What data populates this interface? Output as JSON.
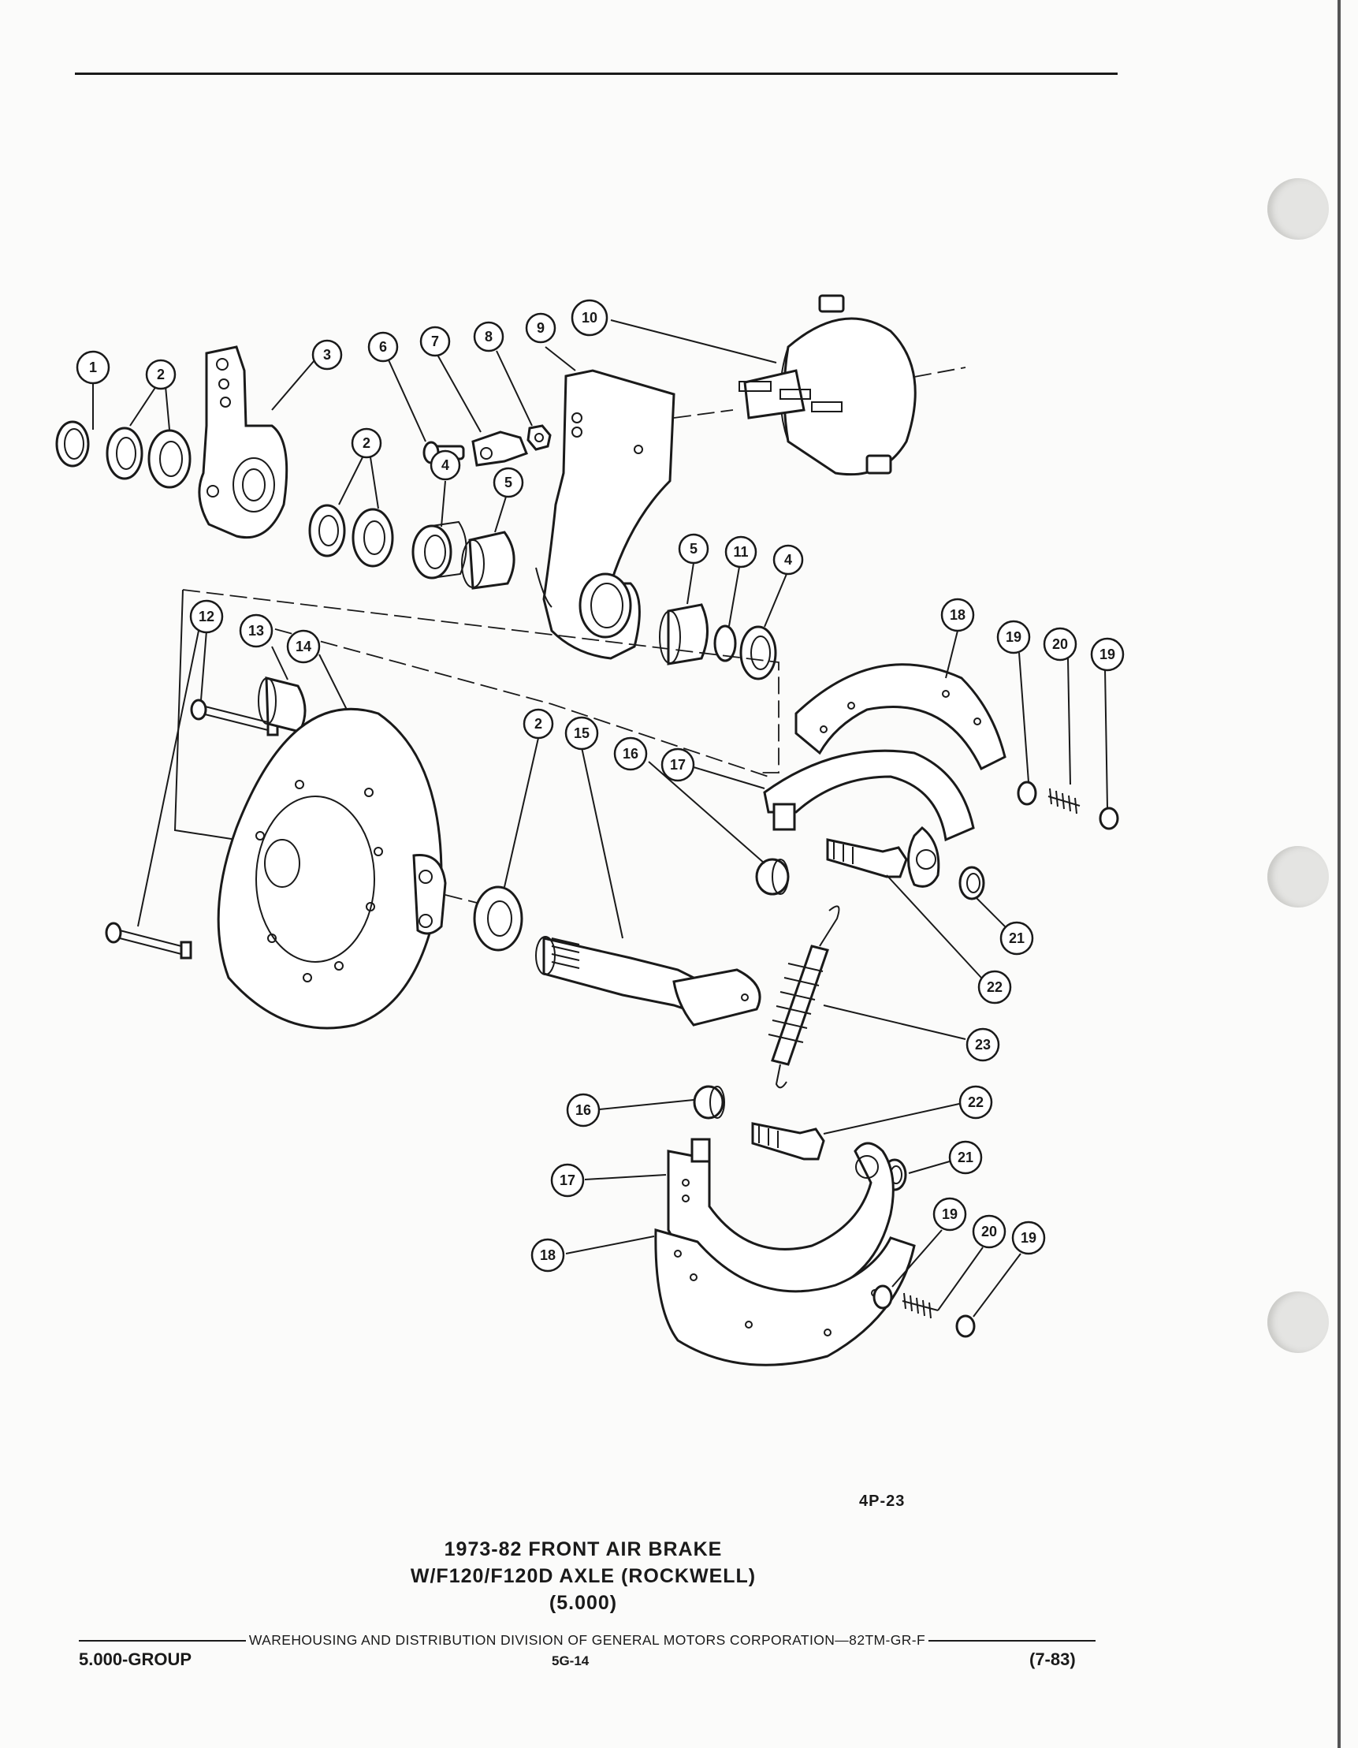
{
  "figure_code": "4P-23",
  "title_lines": [
    "1973-82 FRONT AIR BRAKE",
    "W/F120/F120D AXLE (ROCKWELL)",
    "(5.000)"
  ],
  "footer": {
    "division_text": "WAREHOUSING AND DISTRIBUTION  DIVISION OF GENERAL MOTORS CORPORATION—82TM-GR-F",
    "group": "5.000-GROUP",
    "page": "5G-14",
    "date": "(7-83)"
  },
  "callouts": [
    {
      "label": "1"
    },
    {
      "label": "2"
    },
    {
      "label": "3"
    },
    {
      "label": "6"
    },
    {
      "label": "7"
    },
    {
      "label": "8"
    },
    {
      "label": "9"
    },
    {
      "label": "10"
    },
    {
      "label": "2"
    },
    {
      "label": "4"
    },
    {
      "label": "5"
    },
    {
      "label": "5"
    },
    {
      "label": "11"
    },
    {
      "label": "4"
    },
    {
      "label": "12"
    },
    {
      "label": "13"
    },
    {
      "label": "14"
    },
    {
      "label": "18"
    },
    {
      "label": "19"
    },
    {
      "label": "20"
    },
    {
      "label": "19"
    },
    {
      "label": "2"
    },
    {
      "label": "15"
    },
    {
      "label": "16"
    },
    {
      "label": "17"
    },
    {
      "label": "21"
    },
    {
      "label": "22"
    },
    {
      "label": "23"
    },
    {
      "label": "16"
    },
    {
      "label": "22"
    },
    {
      "label": "21"
    },
    {
      "label": "17"
    },
    {
      "label": "18"
    },
    {
      "label": "19"
    },
    {
      "label": "20"
    },
    {
      "label": "19"
    }
  ]
}
